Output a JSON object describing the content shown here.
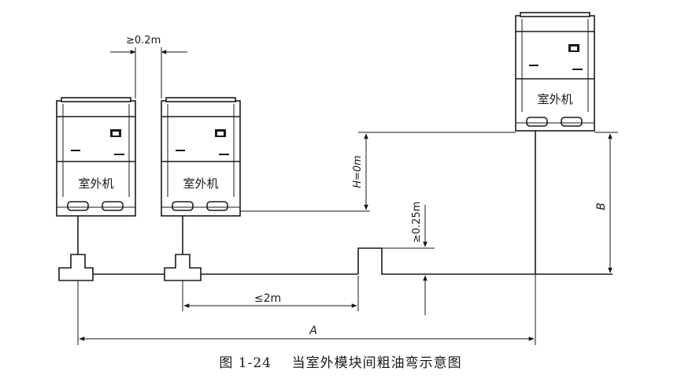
{
  "units": {
    "left": {
      "label": "室外机"
    },
    "middle": {
      "label": "室外机"
    },
    "right": {
      "label": "室外机"
    }
  },
  "dimensions": {
    "spacing": "≥0.2m",
    "h_zero": "H=0m",
    "trap_height": "≥0.25m",
    "max_dist": "≤2m",
    "a": "A",
    "b": "B"
  },
  "caption": {
    "number": "图 1-24",
    "text": "当室外模块间粗油弯示意图"
  },
  "colors": {
    "line": "#1a1a1a",
    "background": "#ffffff"
  }
}
